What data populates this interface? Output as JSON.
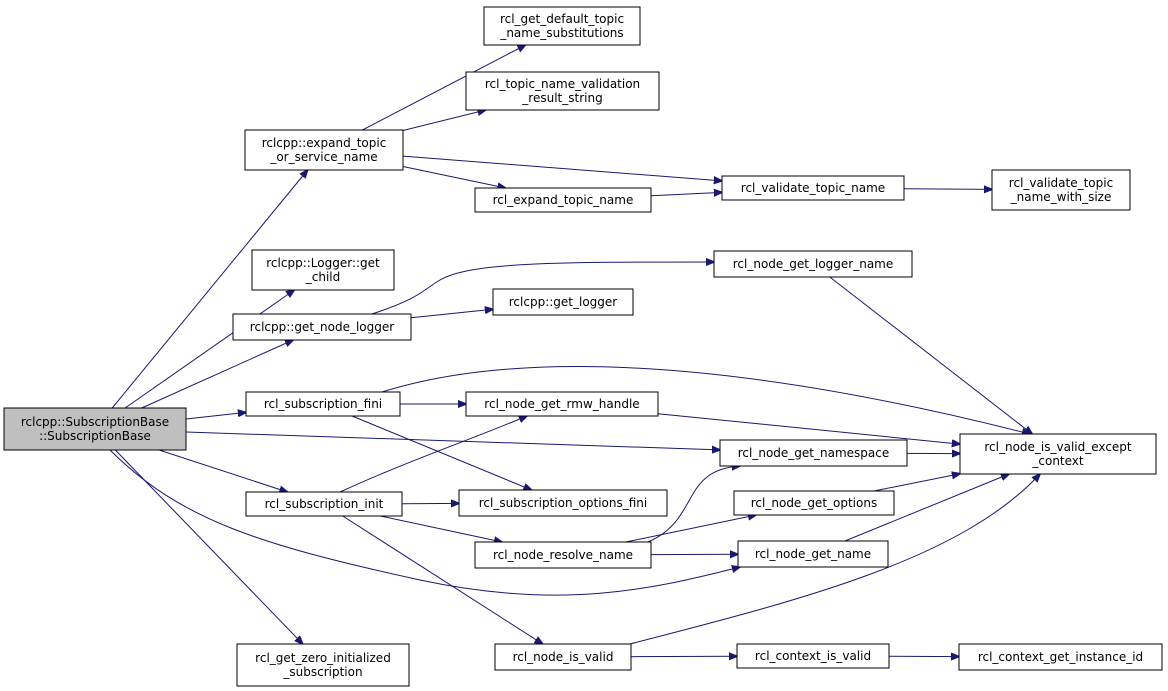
{
  "colors": {
    "edge": "#191970",
    "root_fill": "#bfbfbf",
    "node_fill": "#ffffff",
    "node_border": "#000000"
  },
  "nodes": [
    {
      "id": "root",
      "lines": [
        "rclcpp::SubscriptionBase",
        "::SubscriptionBase"
      ]
    },
    {
      "id": "expand_topic",
      "lines": [
        "rclcpp::expand_topic",
        "_or_service_name"
      ]
    },
    {
      "id": "default_subs",
      "lines": [
        "rcl_get_default_topic",
        "_name_substitutions"
      ]
    },
    {
      "id": "topic_validation",
      "lines": [
        "rcl_topic_name_validation",
        "_result_string"
      ]
    },
    {
      "id": "expand_topic_name",
      "lines": [
        "rcl_expand_topic_name"
      ]
    },
    {
      "id": "validate_topic_name",
      "lines": [
        "rcl_validate_topic_name"
      ]
    },
    {
      "id": "validate_with_size",
      "lines": [
        "rcl_validate_topic",
        "_name_with_size"
      ]
    },
    {
      "id": "logger_get_child",
      "lines": [
        "rclcpp::Logger::get",
        "_child"
      ]
    },
    {
      "id": "get_node_logger",
      "lines": [
        "rclcpp::get_node_logger"
      ]
    },
    {
      "id": "node_get_logger_name",
      "lines": [
        "rcl_node_get_logger_name"
      ]
    },
    {
      "id": "get_logger",
      "lines": [
        "rclcpp::get_logger"
      ]
    },
    {
      "id": "subscription_fini",
      "lines": [
        "rcl_subscription_fini"
      ]
    },
    {
      "id": "node_get_rmw_handle",
      "lines": [
        "rcl_node_get_rmw_handle"
      ]
    },
    {
      "id": "node_is_valid_except",
      "lines": [
        "rcl_node_is_valid_except",
        "_context"
      ]
    },
    {
      "id": "node_get_namespace",
      "lines": [
        "rcl_node_get_namespace"
      ]
    },
    {
      "id": "subscription_init",
      "lines": [
        "rcl_subscription_init"
      ]
    },
    {
      "id": "sub_options_fini",
      "lines": [
        "rcl_subscription_options_fini"
      ]
    },
    {
      "id": "node_get_options",
      "lines": [
        "rcl_node_get_options"
      ]
    },
    {
      "id": "node_resolve_name",
      "lines": [
        "rcl_node_resolve_name"
      ]
    },
    {
      "id": "node_get_name",
      "lines": [
        "rcl_node_get_name"
      ]
    },
    {
      "id": "node_is_valid",
      "lines": [
        "rcl_node_is_valid"
      ]
    },
    {
      "id": "context_is_valid",
      "lines": [
        "rcl_context_is_valid"
      ]
    },
    {
      "id": "context_instance_id",
      "lines": [
        "rcl_context_get_instance_id"
      ]
    },
    {
      "id": "zero_init_sub",
      "lines": [
        "rcl_get_zero_initialized",
        "_subscription"
      ]
    }
  ],
  "edges": [
    [
      "root",
      "expand_topic"
    ],
    [
      "root",
      "logger_get_child"
    ],
    [
      "root",
      "get_node_logger"
    ],
    [
      "root",
      "subscription_fini"
    ],
    [
      "root",
      "node_get_namespace"
    ],
    [
      "root",
      "subscription_init"
    ],
    [
      "root",
      "node_get_name"
    ],
    [
      "root",
      "zero_init_sub"
    ],
    [
      "expand_topic",
      "default_subs"
    ],
    [
      "expand_topic",
      "topic_validation"
    ],
    [
      "expand_topic",
      "validate_topic_name"
    ],
    [
      "expand_topic",
      "expand_topic_name"
    ],
    [
      "expand_topic_name",
      "validate_topic_name"
    ],
    [
      "validate_topic_name",
      "validate_with_size"
    ],
    [
      "get_node_logger",
      "node_get_logger_name"
    ],
    [
      "get_node_logger",
      "get_logger"
    ],
    [
      "node_get_logger_name",
      "node_is_valid_except"
    ],
    [
      "subscription_fini",
      "node_is_valid_except"
    ],
    [
      "subscription_fini",
      "node_get_rmw_handle"
    ],
    [
      "subscription_fini",
      "sub_options_fini"
    ],
    [
      "node_get_rmw_handle",
      "node_is_valid_except"
    ],
    [
      "node_get_namespace",
      "node_is_valid_except"
    ],
    [
      "subscription_init",
      "node_get_rmw_handle"
    ],
    [
      "subscription_init",
      "sub_options_fini"
    ],
    [
      "subscription_init",
      "node_resolve_name"
    ],
    [
      "subscription_init",
      "node_is_valid"
    ],
    [
      "node_resolve_name",
      "node_get_namespace"
    ],
    [
      "node_resolve_name",
      "node_get_options"
    ],
    [
      "node_resolve_name",
      "node_get_name"
    ],
    [
      "node_get_options",
      "node_is_valid_except"
    ],
    [
      "node_get_name",
      "node_is_valid_except"
    ],
    [
      "node_is_valid",
      "node_is_valid_except"
    ],
    [
      "node_is_valid",
      "context_is_valid"
    ],
    [
      "context_is_valid",
      "context_instance_id"
    ]
  ]
}
